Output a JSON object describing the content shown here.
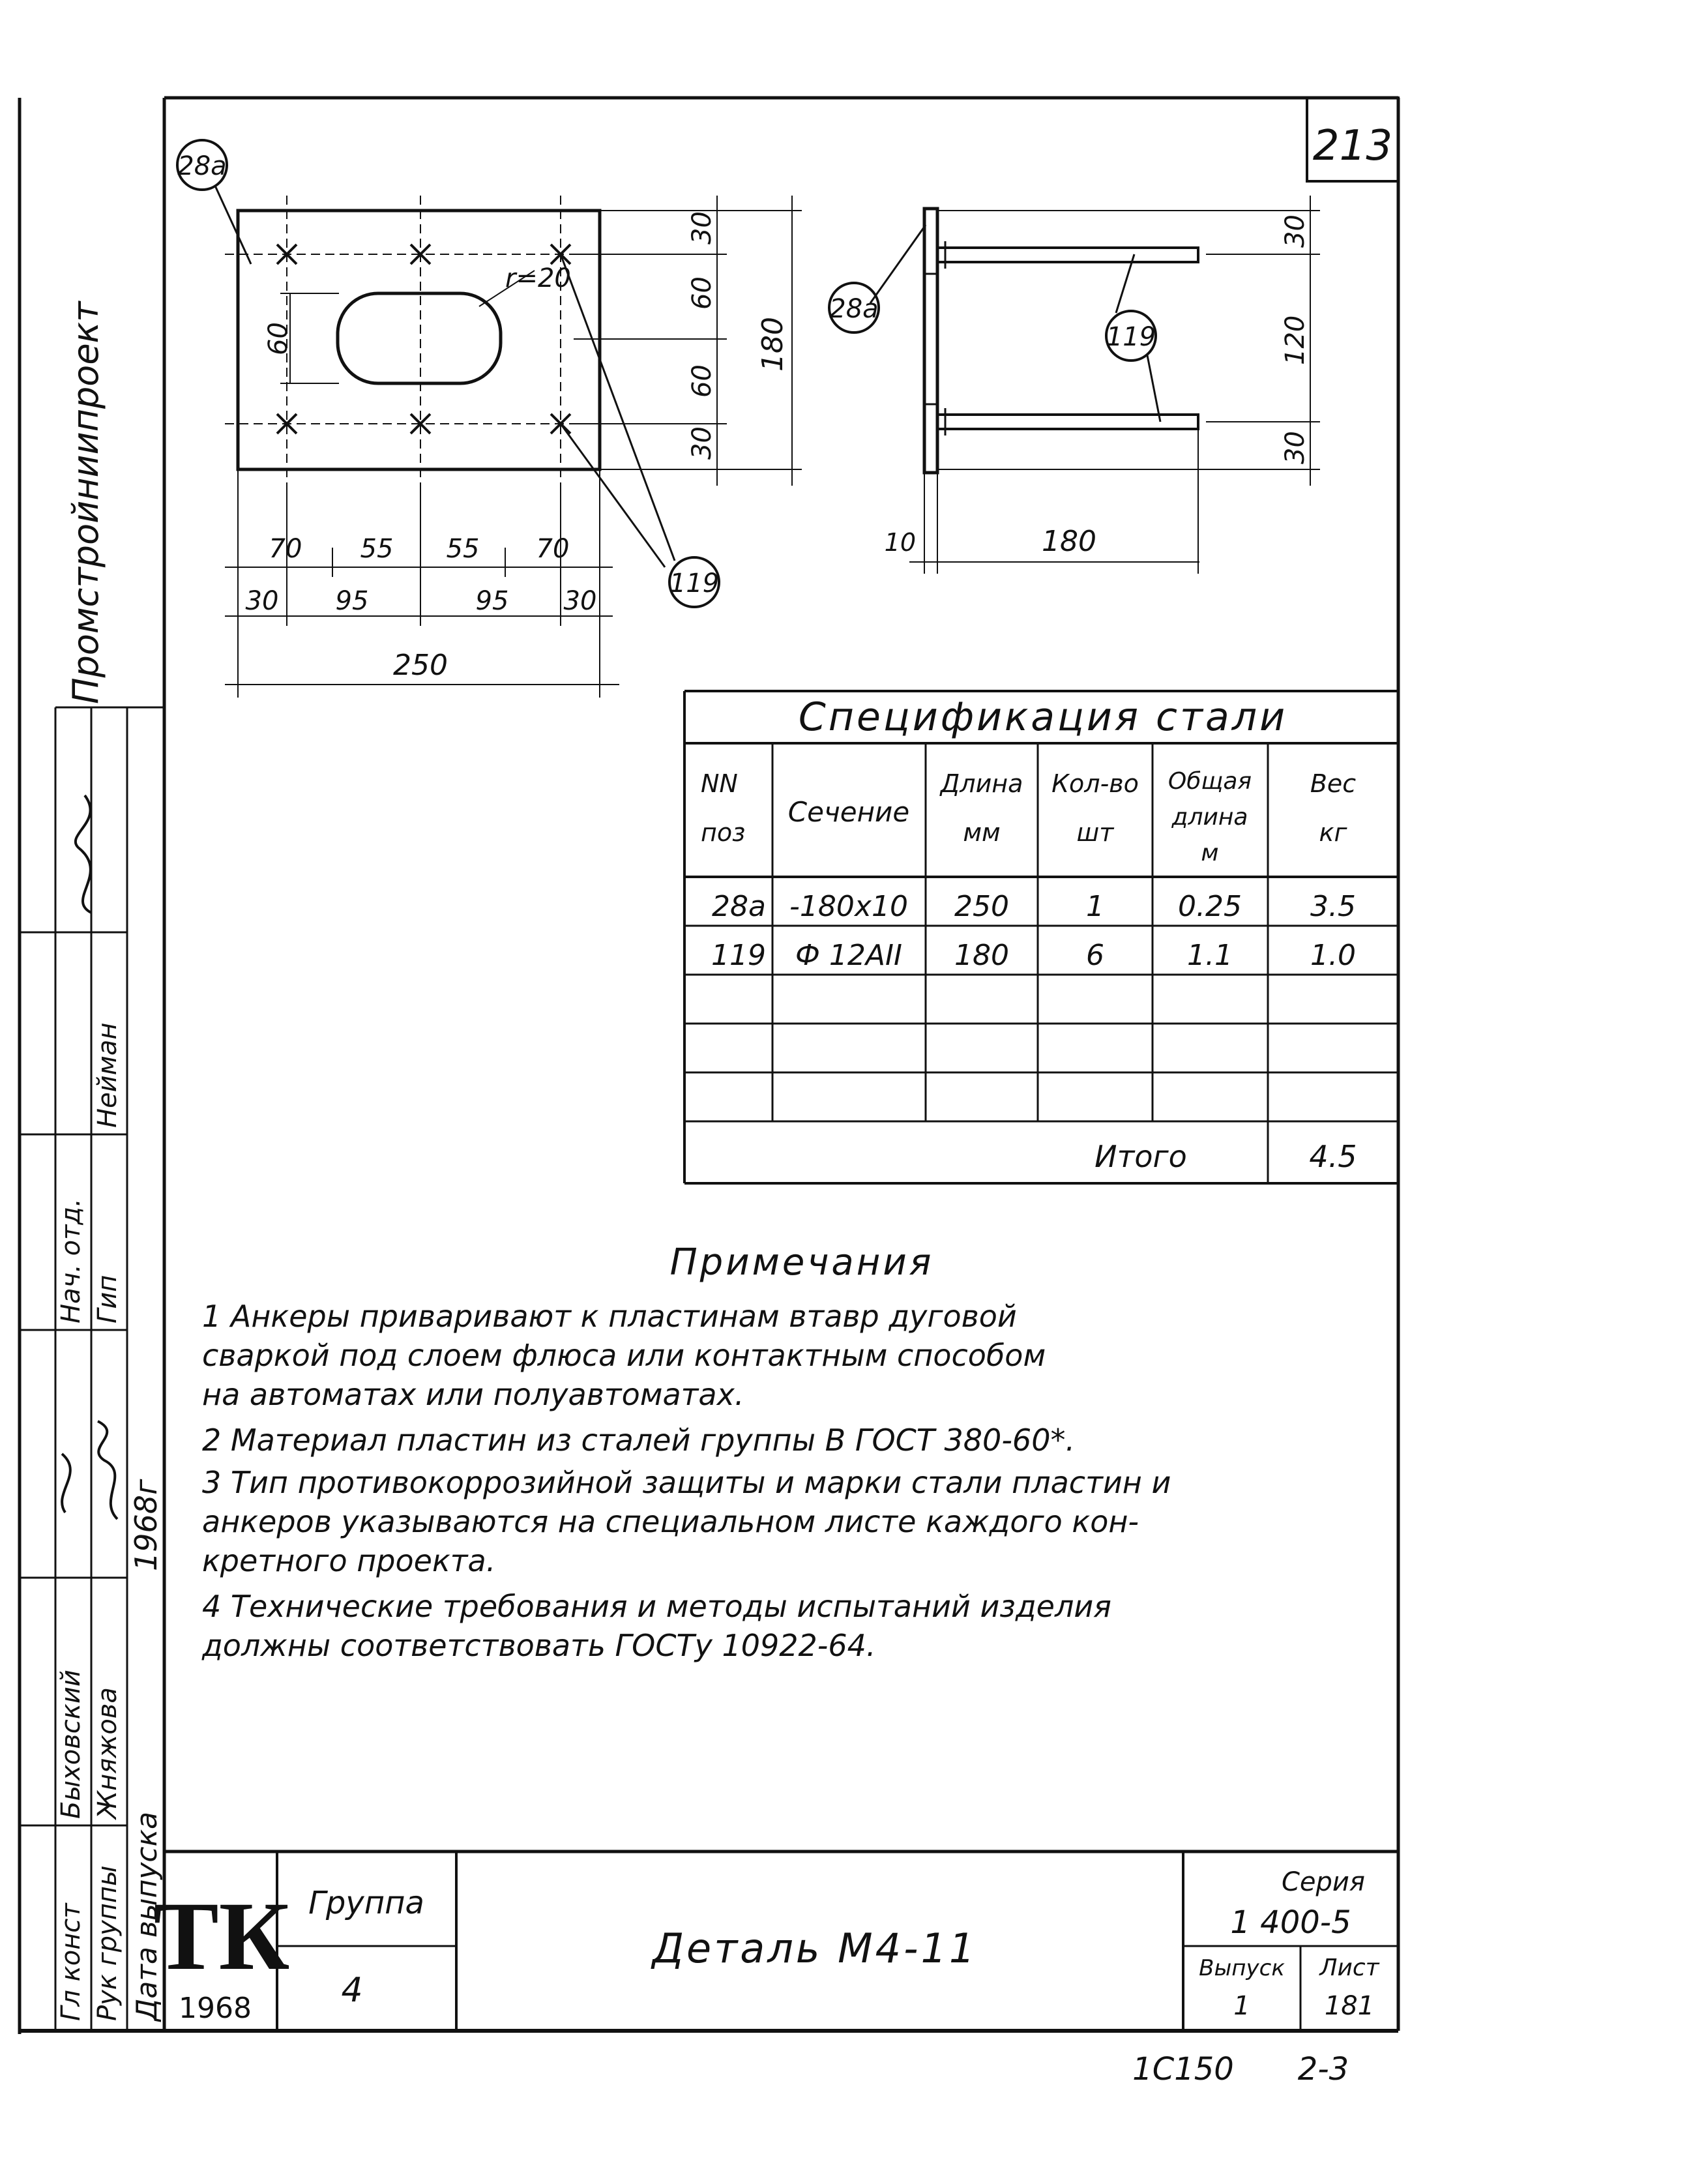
{
  "sheet": {
    "corner_number": "213",
    "organization_side": "Промстройниипроект",
    "stamp_logo": "ТК",
    "year": "1968",
    "group_label": "Группа",
    "group_value": "4",
    "title": "Деталь  М4-11",
    "series_label": "Серия",
    "series_value": "1 400-5",
    "issue_label": "Выпуск",
    "issue_value": "1",
    "sheet_label": "Лист",
    "sheet_value": "181",
    "bottom_code": "1С150",
    "bottom_page": "2-3"
  },
  "left_block": {
    "rows": [
      {
        "role": "Рук группы",
        "name": "Жняжова"
      },
      {
        "role": "Гл конст",
        "name": "Быховский"
      },
      {
        "role": "Гип",
        "name": ""
      },
      {
        "role": "Нач. отд.",
        "name": "Нейман"
      }
    ],
    "release_label": "Дата выпуска",
    "release_year": "1968г"
  },
  "plate_view": {
    "part_mark": "28а",
    "anchor_mark": "119",
    "radius_label": "r=20",
    "slot_height": "60",
    "dims_right": [
      "30",
      "60",
      "60",
      "30"
    ],
    "total_height": "180",
    "dims_bottom_row1": [
      "70",
      "55",
      "55",
      "70"
    ],
    "dims_bottom_row2": [
      "30",
      "95",
      "95",
      "30"
    ],
    "total_width": "250"
  },
  "side_view": {
    "part_mark": "28а",
    "anchor_mark": "119",
    "dims_right": [
      "30",
      "120",
      "30"
    ],
    "thickness": "10",
    "length": "180"
  },
  "spec": {
    "title": "Спецификация   стали",
    "headers": [
      [
        "NN",
        "поз"
      ],
      [
        "Сечение"
      ],
      [
        "Длина",
        "мм"
      ],
      [
        "Кол-во",
        "шт"
      ],
      [
        "Общая",
        "длина",
        "м"
      ],
      [
        "Вес",
        "кг"
      ]
    ],
    "rows": [
      [
        "28а",
        "-180х10",
        "250",
        "1",
        "0.25",
        "3.5"
      ],
      [
        "119",
        "Ф 12АII",
        "180",
        "6",
        "1.1",
        "1.0"
      ]
    ],
    "total_label": "Итого",
    "total_value": "4.5"
  },
  "notes": {
    "title": "Примечания",
    "items": [
      "1  Анкеры приваривают к пластинам втавр дуговой",
      "    сваркой под слоем флюса или контактным способом",
      "    на автоматах или полуавтоматах.",
      "2  Материал пластин из сталей группы В ГОСТ 380-60*.",
      "3  Тип противокоррозийной защиты и марки стали пластин и",
      "    анкеров указываются на специальном листе каждого кон-",
      "    кретного проекта.",
      "4  Технические требования и методы испытаний изделия",
      "    должны соответствовать ГОСТу 10922-64."
    ]
  }
}
